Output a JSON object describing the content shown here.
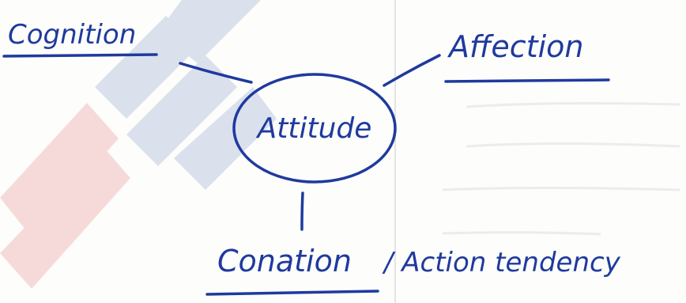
{
  "diagram": {
    "center": {
      "label": "Attitude"
    },
    "nodes": [
      {
        "id": "cognition",
        "label": "Cognition"
      },
      {
        "id": "affection",
        "label": "Affection"
      },
      {
        "id": "conation",
        "label": "Conation",
        "suffix": "/ Action tendency"
      }
    ]
  },
  "colors": {
    "ink": "#1f3a9e",
    "watermark_blue": "#2c4fa3",
    "watermark_red": "#d8282d"
  }
}
